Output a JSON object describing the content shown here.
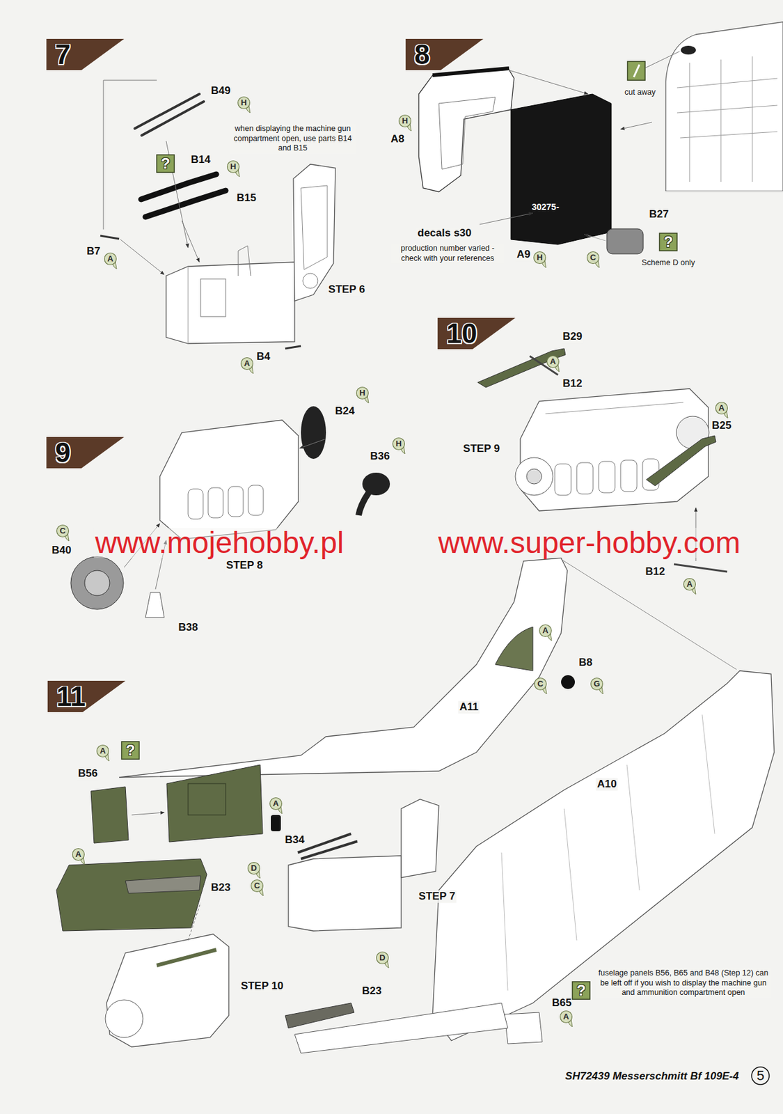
{
  "diagram": {
    "nodes": [
      {
        "text": [
          "7"
        ]
      },
      {
        "text": [
          "H"
        ]
      },
      {
        "text": [
          "?"
        ]
      },
      {
        "text": [
          "H"
        ]
      },
      {
        "text": [
          "A"
        ]
      },
      {
        "text": [
          "A"
        ]
      },
      {
        "text": [
          "8"
        ]
      },
      {
        "text": [
          "H"
        ]
      },
      {
        "text": [
          "H"
        ]
      },
      {
        "text": [
          "C"
        ]
      },
      {
        "text": [
          "?"
        ]
      },
      {
        "text": [
          "10"
        ]
      },
      {
        "text": [
          "A"
        ]
      },
      {
        "text": [
          "A"
        ]
      },
      {
        "text": [
          "A"
        ]
      },
      {
        "text": [
          "9"
        ]
      },
      {
        "text": [
          "H"
        ]
      },
      {
        "text": [
          "H"
        ]
      },
      {
        "text": [
          "C"
        ]
      },
      {
        "text": [
          "11"
        ]
      },
      {
        "text": [
          "A"
        ]
      },
      {
        "text": [
          "C"
        ]
      },
      {
        "text": [
          "G"
        ]
      },
      {
        "text": [
          "A"
        ]
      },
      {
        "text": [
          "?"
        ]
      },
      {
        "text": [
          "A"
        ]
      },
      {
        "text": [
          "A"
        ]
      },
      {
        "text": [
          "D"
        ]
      },
      {
        "text": [
          "C"
        ]
      },
      {
        "text": [
          "D"
        ]
      },
      {
        "text": [
          "?"
        ]
      },
      {
        "text": [
          "A"
        ]
      },
      {
        "text": [
          "5"
        ]
      }
    ],
    "labels": [
      "B49",
      "when displaying the machine gun compartment open, use parts B14 and B15",
      "B14",
      "B15",
      "B7",
      "STEP 6",
      "B4",
      "A8",
      "cut away",
      "30275-",
      "B27",
      "decals s30",
      "production number varied - check with your references",
      "A9",
      "Scheme D only",
      "B29",
      "B12",
      "STEP 9",
      "B25",
      "B12",
      "B24",
      "B36",
      "B40",
      "STEP 8",
      "B38",
      "www.mojehobby.pl",
      "www.super-hobby.com",
      "B8",
      "A11",
      "A10",
      "B56",
      "B34",
      "B23",
      "STEP 7",
      "STEP 10",
      "B23",
      "B65",
      "fuselage panels B56, B65 and B48 (Step 12) can be left off if you wish to display the machine gun and ammunition compartment open",
      "SH72439 Messerschmitt Bf 109E-4"
    ]
  }
}
